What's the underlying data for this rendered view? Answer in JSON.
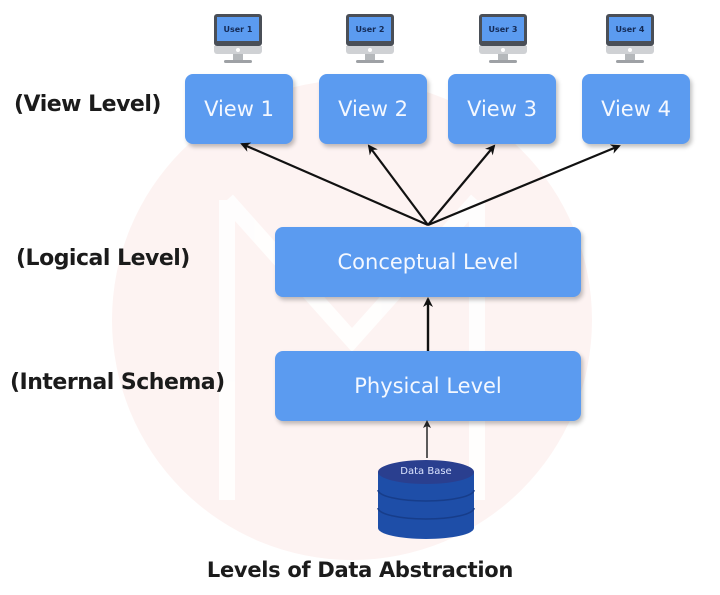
{
  "title": "Levels of Data Abstraction",
  "colors": {
    "box_fill": "#5b9bf0",
    "box_text": "#f4f8ff",
    "database_fill": "#1e4ea8",
    "arrow": "#111111",
    "watermark": "#fdf3f2"
  },
  "users": [
    {
      "label": "User 1",
      "icon": "monitor-icon"
    },
    {
      "label": "User 2",
      "icon": "monitor-icon"
    },
    {
      "label": "User 3",
      "icon": "monitor-icon"
    },
    {
      "label": "User 4",
      "icon": "monitor-icon"
    }
  ],
  "views": [
    {
      "label": "View 1"
    },
    {
      "label": "View 2"
    },
    {
      "label": "View 3"
    },
    {
      "label": "View 4"
    }
  ],
  "levels": {
    "view_label": "(View Level)",
    "logical_label": "(Logical Level)",
    "internal_label": "(Internal Schema)",
    "conceptual": "Conceptual Level",
    "physical": "Physical Level"
  },
  "database": {
    "label": "Data Base",
    "icon": "database-icon"
  },
  "edges": [
    {
      "from": "Conceptual Level",
      "to": "View 1"
    },
    {
      "from": "Conceptual Level",
      "to": "View 2"
    },
    {
      "from": "Conceptual Level",
      "to": "View 3"
    },
    {
      "from": "Conceptual Level",
      "to": "View 4"
    },
    {
      "from": "Physical Level",
      "to": "Conceptual Level"
    },
    {
      "from": "Data Base",
      "to": "Physical Level"
    }
  ]
}
